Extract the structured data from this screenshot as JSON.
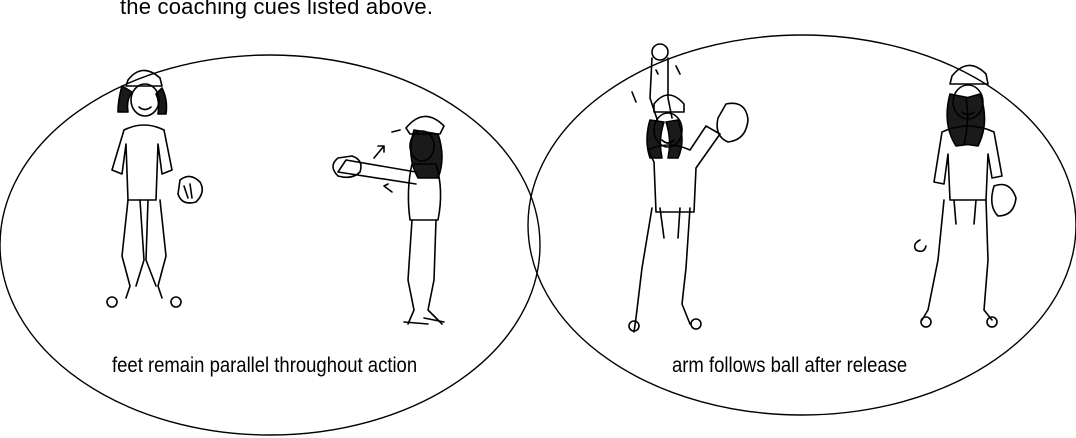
{
  "intro_text": "the coaching cues listed above.",
  "panels": [
    {
      "caption": "feet remain parallel throughout action"
    },
    {
      "caption": "arm follows ball after release"
    }
  ]
}
